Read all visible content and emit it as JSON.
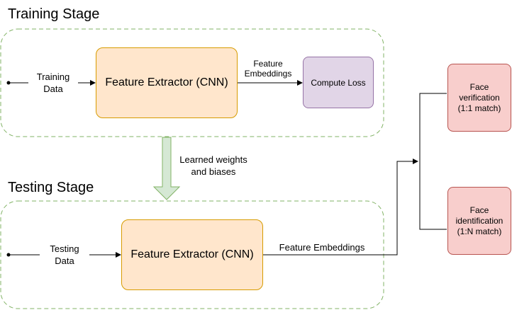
{
  "training": {
    "title": "Training Stage",
    "input_label": "Training\nData",
    "extractor": "Feature Extractor (CNN)",
    "embeddings_label": "Feature\nEmbeddings",
    "loss": "Compute Loss"
  },
  "transfer": {
    "label": "Learned weights\nand biases"
  },
  "testing": {
    "title": "Testing Stage",
    "input_label": "Testing\nData",
    "extractor": "Feature Extractor (CNN)",
    "embeddings_label": "Feature Embeddings"
  },
  "outputs": {
    "verification": "Face\nverification\n(1:1 match)",
    "identification": "Face\nidentification\n(1:N match)"
  },
  "colors": {
    "stage_border": "#82b366",
    "extractor_fill": "#ffe6cc",
    "extractor_border": "#d79b00",
    "loss_fill": "#e1d5e7",
    "loss_border": "#9673a6",
    "face_fill": "#f8cecc",
    "face_border": "#b85450",
    "transfer_arrow_fill": "#d5e8d4"
  }
}
